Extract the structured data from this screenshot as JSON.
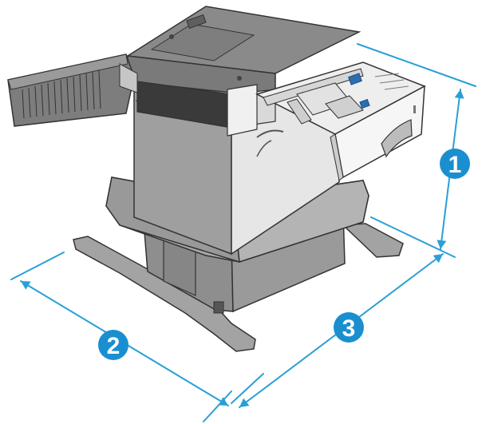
{
  "figure": {
    "callouts": [
      {
        "label": "1",
        "meaning": "height"
      },
      {
        "label": "2",
        "meaning": "width"
      },
      {
        "label": "3",
        "meaning": "depth"
      }
    ]
  },
  "colors": {
    "dimension_line": "#2a9fd6",
    "callout_fill": "#1a8fd0",
    "callout_text": "#ffffff",
    "body_light": "#c8c8c8",
    "body_mid": "#a8a8a8",
    "body_dark": "#7a7a7a",
    "outline": "#333333",
    "tray_white": "#f4f4f4"
  },
  "icons": [
    "printer-paper-feeder-icon",
    "paper-tray-icon",
    "side-door-icon",
    "floor-stand-icon"
  ]
}
